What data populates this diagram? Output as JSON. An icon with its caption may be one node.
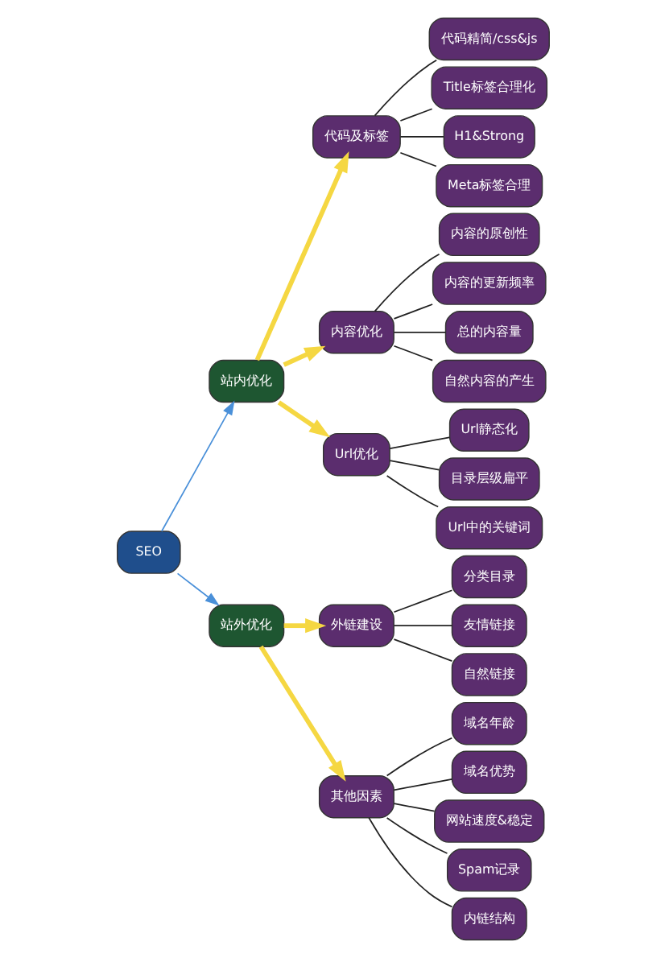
{
  "diagram": {
    "nodes": [
      {
        "text": [
          "SEO"
        ]
      },
      {
        "text": [
          "站内优化"
        ]
      },
      {
        "text": [
          "站外优化"
        ]
      },
      {
        "text": [
          "代码及标签"
        ]
      },
      {
        "text": [
          "代码精简/css&js"
        ]
      },
      {
        "text": [
          "Title标签合理化"
        ]
      },
      {
        "text": [
          "H1&Strong"
        ]
      },
      {
        "text": [
          "Meta标签合理"
        ]
      },
      {
        "text": [
          "内容优化"
        ]
      },
      {
        "text": [
          "内容的原创性"
        ]
      },
      {
        "text": [
          "内容的更新频率"
        ]
      },
      {
        "text": [
          "总的内容量"
        ]
      },
      {
        "text": [
          "自然内容的产生"
        ]
      },
      {
        "text": [
          "Url优化"
        ]
      },
      {
        "text": [
          "Url静态化"
        ]
      },
      {
        "text": [
          "目录层级扁平"
        ]
      },
      {
        "text": [
          "Url中的关键词"
        ]
      },
      {
        "text": [
          "外链建设"
        ]
      },
      {
        "text": [
          "分类目录"
        ]
      },
      {
        "text": [
          "友情链接"
        ]
      },
      {
        "text": [
          "自然链接"
        ]
      },
      {
        "text": [
          "其他因素"
        ]
      },
      {
        "text": [
          "域名年龄"
        ]
      },
      {
        "text": [
          "域名优势"
        ]
      },
      {
        "text": [
          "网站速度&稳定"
        ]
      },
      {
        "text": [
          "Spam记录"
        ]
      },
      {
        "text": [
          "内链结构"
        ]
      }
    ],
    "edges": [
      {
        "from": 0,
        "to": 1,
        "arrow": "to",
        "color": "#4a90d9"
      },
      {
        "from": 0,
        "to": 2,
        "arrow": "to",
        "color": "#4a90d9"
      },
      {
        "from": 1,
        "to": 3,
        "arrow": "to",
        "style": "thick",
        "color": "#f5d742"
      },
      {
        "from": 1,
        "to": 8,
        "arrow": "to",
        "style": "thick",
        "color": "#f5d742"
      },
      {
        "from": 1,
        "to": 13,
        "arrow": "to",
        "style": "thick",
        "color": "#f5d742"
      },
      {
        "from": 2,
        "to": 17,
        "arrow": "to",
        "style": "thick",
        "color": "#f5d742"
      },
      {
        "from": 2,
        "to": 21,
        "arrow": "to",
        "style": "thick",
        "color": "#f5d742"
      },
      {
        "from": 3,
        "to": 4,
        "arrow": "none"
      },
      {
        "from": 3,
        "to": 5,
        "arrow": "none"
      },
      {
        "from": 3,
        "to": 6,
        "arrow": "none"
      },
      {
        "from": 3,
        "to": 7,
        "arrow": "none"
      },
      {
        "from": 8,
        "to": 9,
        "arrow": "none"
      },
      {
        "from": 8,
        "to": 10,
        "arrow": "none"
      },
      {
        "from": 8,
        "to": 11,
        "arrow": "none"
      },
      {
        "from": 8,
        "to": 12,
        "arrow": "none"
      },
      {
        "from": 13,
        "to": 14,
        "arrow": "none"
      },
      {
        "from": 13,
        "to": 15,
        "arrow": "none"
      },
      {
        "from": 13,
        "to": 16,
        "arrow": "none"
      },
      {
        "from": 17,
        "to": 18,
        "arrow": "none"
      },
      {
        "from": 17,
        "to": 19,
        "arrow": "none"
      },
      {
        "from": 17,
        "to": 20,
        "arrow": "none"
      },
      {
        "from": 21,
        "to": 22,
        "arrow": "none"
      },
      {
        "from": 21,
        "to": 23,
        "arrow": "none"
      },
      {
        "from": 21,
        "to": 24,
        "arrow": "none"
      },
      {
        "from": 21,
        "to": 25,
        "arrow": "none"
      },
      {
        "from": 21,
        "to": 26,
        "arrow": "none"
      }
    ]
  }
}
